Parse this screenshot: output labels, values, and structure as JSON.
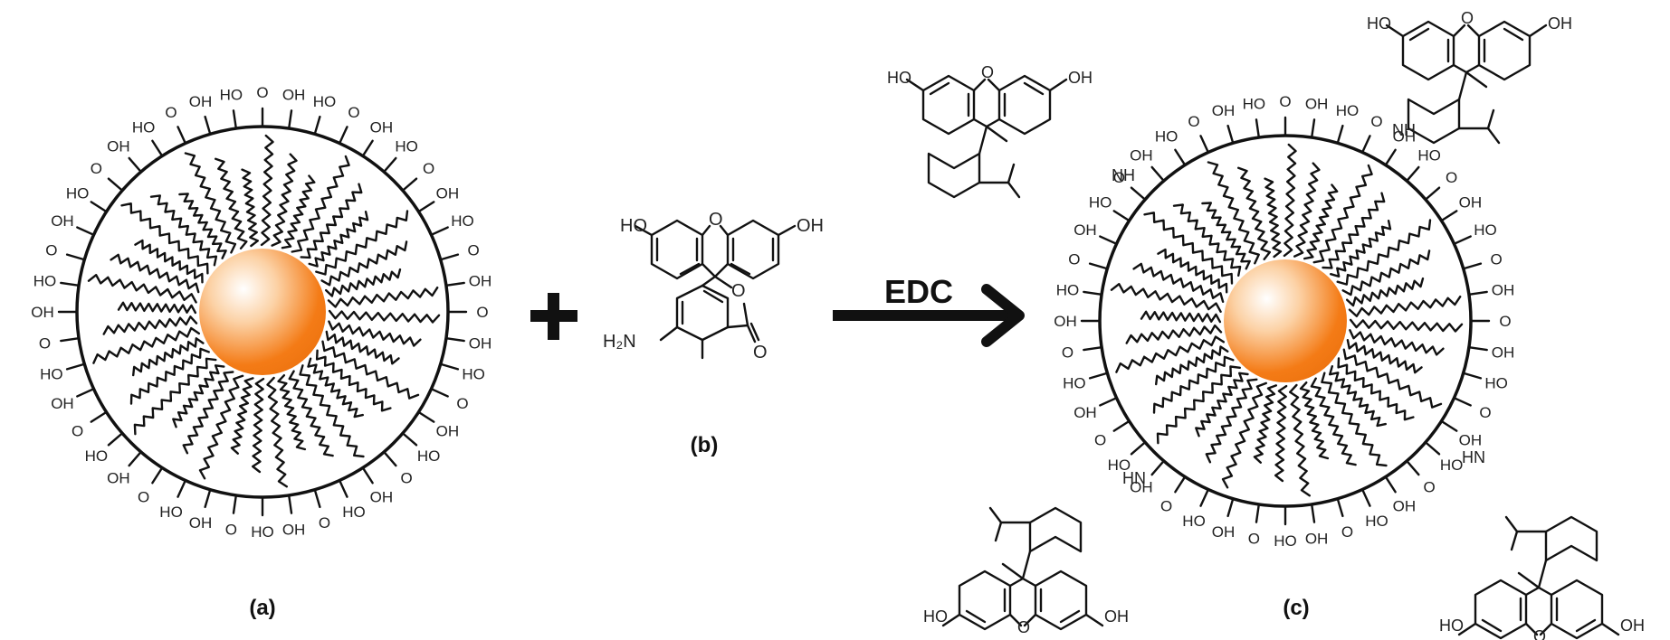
{
  "figure": {
    "description": "Conjugation of aminofluorescein to carboxyl-functionalized nanoparticle via EDC coupling",
    "panel_a": {
      "label": "(a)",
      "surface_groups": [
        "O",
        "OH",
        "HO"
      ]
    },
    "operator": {
      "symbol": "+"
    },
    "panel_b": {
      "label": "(b)",
      "atoms": {
        "ho": "HO",
        "oh": "OH",
        "ring_o": "O",
        "lactone_o": "O",
        "carbonyl_o": "O",
        "amine": "H₂N"
      }
    },
    "arrow": {
      "reagent": "EDC"
    },
    "panel_c": {
      "label": "(c)",
      "linkers": [
        "NH",
        "NH",
        "HN",
        "HN"
      ],
      "dye_atoms": {
        "ho": "HO",
        "oh": "OH",
        "o": "O"
      }
    },
    "colors": {
      "core": "#f47b16",
      "core_highlight": "#ffffff",
      "line": "#111111"
    }
  }
}
